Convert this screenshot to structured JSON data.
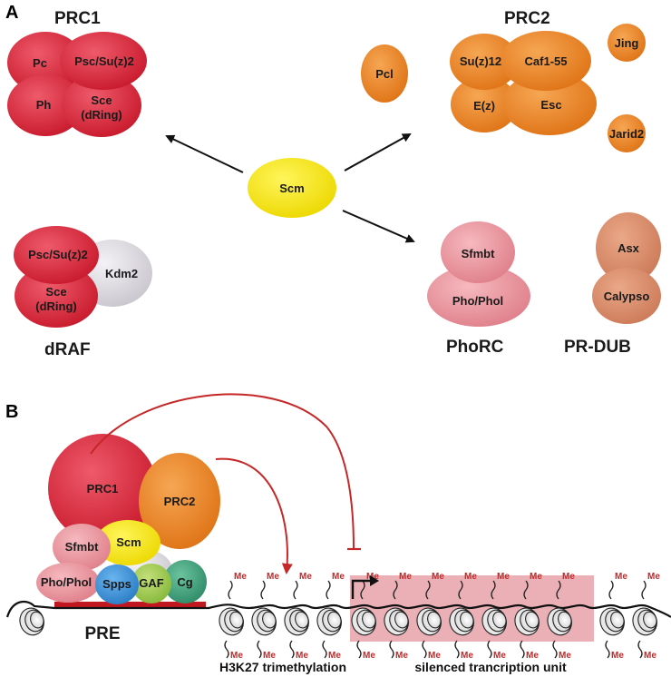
{
  "panels": {
    "a": "A",
    "b": "B"
  },
  "panel_a": {
    "prc1": {
      "title": "PRC1",
      "pc": "Pc",
      "psc": "Psc/Su(z)2",
      "ph": "Ph",
      "sce_line1": "Sce",
      "sce_line2": "(dRing)"
    },
    "prc2": {
      "title": "PRC2",
      "pcl": "Pcl",
      "suz12": "Su(z)12",
      "caf1": "Caf1-55",
      "ez": "E(z)",
      "esc": "Esc",
      "jing": "Jing",
      "jarid2": "Jarid2"
    },
    "scm": "Scm",
    "draf": {
      "title": "dRAF",
      "psc": "Psc/Su(z)2",
      "kdm2": "Kdm2",
      "sce_line1": "Sce",
      "sce_line2": "(dRing)"
    },
    "phorc": {
      "title": "PhoRC",
      "sfmbt": "Sfmbt",
      "pho": "Pho/Phol"
    },
    "prdub": {
      "title": "PR-DUB",
      "asx": "Asx",
      "calypso": "Calypso"
    }
  },
  "panel_b": {
    "prc1": "PRC1",
    "prc2": "PRC2",
    "scm": "Scm",
    "sfmbt": "Sfmbt",
    "pho": "Pho/Phol",
    "spps": "Spps",
    "gaf": "GAF",
    "cg": "Cg",
    "pre": "PRE",
    "me": "Me",
    "h3k27": "H3K27 trimethylation",
    "silenced": "silenced trancription unit"
  },
  "colors": {
    "red": "#d42a3c",
    "orange": "#ec8a2c",
    "yellow": "#f2e600",
    "pink": "#e8909a",
    "salmon": "#d98a6a",
    "grey": "#d6d3da",
    "blue": "#3a8fd6",
    "green": "#9cc84a",
    "teal": "#3c9a7a",
    "me_red": "#c62828",
    "silenced_box": "#eab0b6"
  }
}
